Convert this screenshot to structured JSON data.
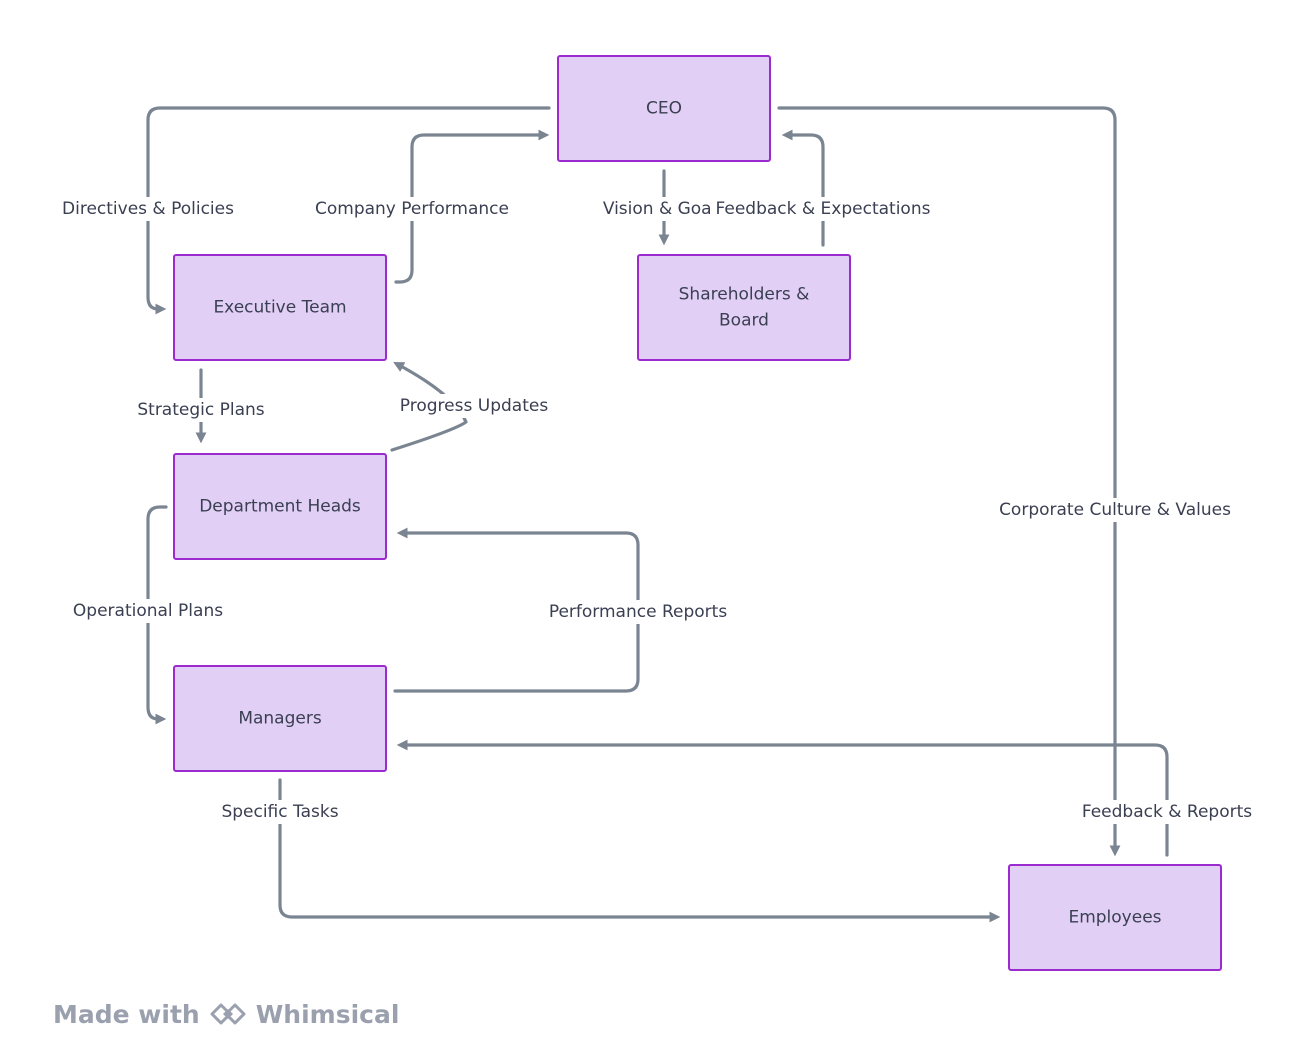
{
  "diagram": {
    "nodes": [
      {
        "id": "ceo",
        "label": "CEO"
      },
      {
        "id": "exec",
        "label": "Executive Team"
      },
      {
        "id": "share",
        "label": "Shareholders & Board"
      },
      {
        "id": "dept",
        "label": "Department Heads"
      },
      {
        "id": "mgr",
        "label": "Managers"
      },
      {
        "id": "emp",
        "label": "Employees"
      }
    ],
    "edges": [
      {
        "from": "ceo",
        "to": "exec",
        "label": "Directives & Policies"
      },
      {
        "from": "exec",
        "to": "ceo",
        "label": "Company Performance"
      },
      {
        "from": "ceo",
        "to": "share",
        "label": "Vision & Goals"
      },
      {
        "from": "share",
        "to": "ceo",
        "label": "Feedback & Expectations"
      },
      {
        "from": "ceo",
        "to": "emp",
        "label": "Corporate Culture & Values"
      },
      {
        "from": "exec",
        "to": "dept",
        "label": "Strategic Plans"
      },
      {
        "from": "dept",
        "to": "exec",
        "label": "Progress Updates"
      },
      {
        "from": "dept",
        "to": "mgr",
        "label": "Operational Plans"
      },
      {
        "from": "mgr",
        "to": "dept",
        "label": "Performance Reports"
      },
      {
        "from": "mgr",
        "to": "emp",
        "label": "Specific Tasks"
      },
      {
        "from": "emp",
        "to": "mgr",
        "label": "Feedback & Reports"
      }
    ]
  },
  "watermark": {
    "prefix": "Made with",
    "brand": "Whimsical",
    "icon": "whimsical-logo-icon"
  },
  "colors": {
    "node_fill": "#e2cff5",
    "node_border": "#9b2bcf",
    "edge": "#7b8592",
    "text": "#3a3f52"
  }
}
